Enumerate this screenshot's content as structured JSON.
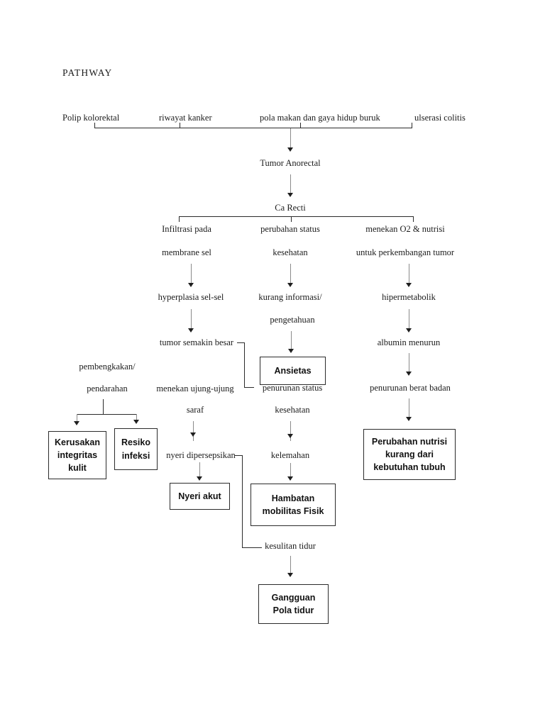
{
  "document": {
    "title": "PATHWAY"
  },
  "etiology_row": [
    {
      "label": "Polip kolorektal"
    },
    {
      "label": "riwayat kanker"
    },
    {
      "label": "pola makan dan gaya hidup buruk"
    },
    {
      "label": "ulserasi colitis"
    }
  ],
  "trunk": {
    "node_1": "Tumor Anorectal",
    "node_2": "Ca Recti"
  },
  "branch_left": {
    "line_1": "Infiltrasi pada",
    "line_2": "membrane sel",
    "line_3": "hyperplasia sel-sel",
    "line_4": "tumor semakin besar",
    "line_5a": "pembengkakan/",
    "line_5b": "pendarahan"
  },
  "branch_middle": {
    "line_1": "perubahan status",
    "line_2": "kesehatan",
    "line_3": "kurang informasi/",
    "line_4": "pengetahuan",
    "line_5": "penurunan status",
    "line_6": "kesehatan",
    "line_7": "kelemahan"
  },
  "branch_nerve": {
    "line_1": "menekan ujung-ujung",
    "line_2": "saraf",
    "line_3": "nyeri dipersepsikan",
    "line_4": "kesulitan tidur"
  },
  "branch_right": {
    "line_1": "menekan O2 & nutrisi",
    "line_2": "untuk perkembangan tumor",
    "line_3": "hipermetabolik",
    "line_4": "albumin menurun",
    "line_5": "penurunan berat badan"
  },
  "diagnoses": [
    {
      "name": "kerusakan-integritas-kulit",
      "label": "Kerusakan\nintegritas\nkulit"
    },
    {
      "name": "resiko-infeksi",
      "label": "Resiko\ninfeksi"
    },
    {
      "name": "ansietas",
      "label": "Ansietas"
    },
    {
      "name": "nyeri-akut",
      "label": "Nyeri akut"
    },
    {
      "name": "hambatan-mobilitas-fisik",
      "label": "Hambatan\nmobilitas Fisik"
    },
    {
      "name": "perubahan-nutrisi",
      "label": "Perubahan nutrisi\nkurang dari\nkebutuhan tubuh"
    },
    {
      "name": "gangguan-pola-tidur",
      "label": "Gangguan\nPola tidur"
    }
  ],
  "colors": {
    "ink": "#1b1b1b",
    "line_dark": "#2b2b2b",
    "line_light": "#8a8a8a",
    "background": "#ffffff"
  }
}
